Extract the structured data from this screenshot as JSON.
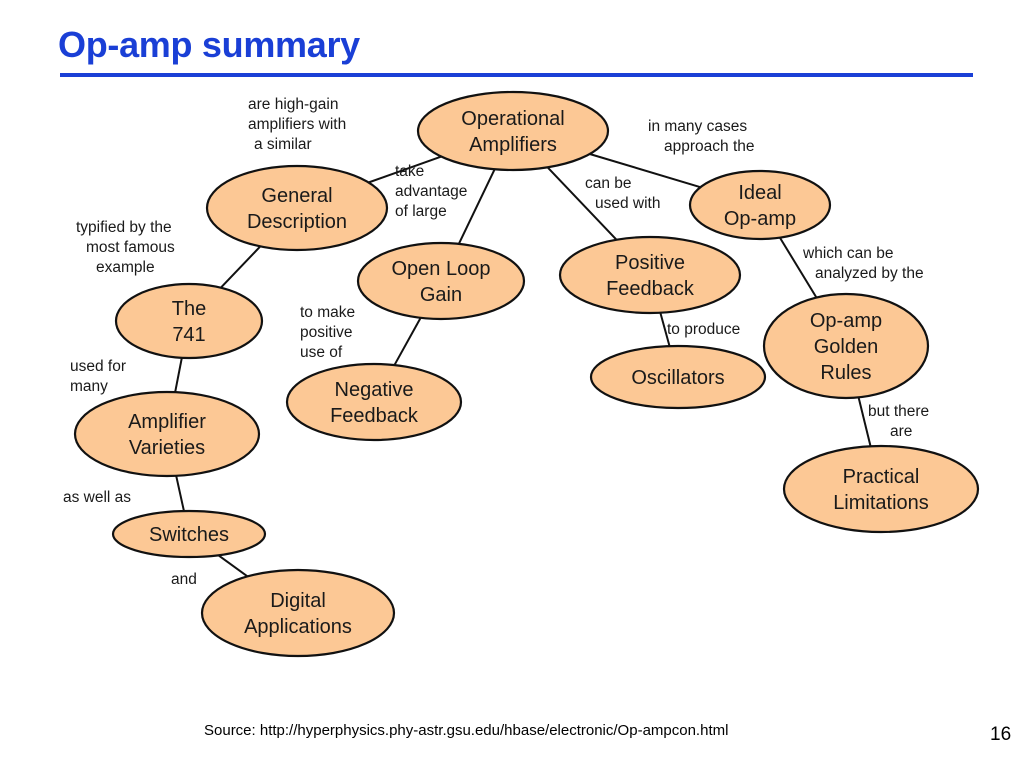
{
  "slide": {
    "title": "Op-amp summary",
    "source": "Source: http://hyperphysics.phy-astr.gsu.edu/hbase/electronic/Op-ampcon.html",
    "page_number": "16"
  },
  "diagram": {
    "nodes": [
      {
        "id": "opamps",
        "lines": [
          "Operational",
          "Amplifiers"
        ]
      },
      {
        "id": "general",
        "lines": [
          "General",
          "Description"
        ]
      },
      {
        "id": "ideal",
        "lines": [
          "Ideal",
          "Op-amp"
        ]
      },
      {
        "id": "openloop",
        "lines": [
          "Open Loop",
          "Gain"
        ]
      },
      {
        "id": "positive",
        "lines": [
          "Positive",
          "Feedback"
        ]
      },
      {
        "id": "the741",
        "lines": [
          "The",
          "741"
        ]
      },
      {
        "id": "golden",
        "lines": [
          "Op-amp",
          "Golden",
          "Rules"
        ]
      },
      {
        "id": "negative",
        "lines": [
          "Negative",
          "Feedback"
        ]
      },
      {
        "id": "oscillators",
        "lines": [
          "Oscillators"
        ]
      },
      {
        "id": "varieties",
        "lines": [
          "Amplifier",
          "Varieties"
        ]
      },
      {
        "id": "practical",
        "lines": [
          "Practical",
          "Limitations"
        ]
      },
      {
        "id": "switches",
        "lines": [
          "Switches"
        ]
      },
      {
        "id": "digital",
        "lines": [
          "Digital",
          "Applications"
        ]
      }
    ],
    "edges": [
      {
        "from": "opamps",
        "to": "general",
        "label": [
          "are high-gain",
          "amplifiers with",
          "a similar"
        ]
      },
      {
        "from": "opamps",
        "to": "openloop",
        "label": [
          "take",
          "advantage",
          "of large"
        ]
      },
      {
        "from": "opamps",
        "to": "positive",
        "label": [
          "can be",
          "used with"
        ]
      },
      {
        "from": "opamps",
        "to": "ideal",
        "label": [
          "in many cases",
          "approach the"
        ]
      },
      {
        "from": "general",
        "to": "the741",
        "label": [
          "typified by the",
          "most famous",
          "example"
        ]
      },
      {
        "from": "openloop",
        "to": "negative",
        "label": [
          "to make",
          "positive",
          "use of"
        ]
      },
      {
        "from": "positive",
        "to": "oscillators",
        "label": [
          "to produce"
        ]
      },
      {
        "from": "ideal",
        "to": "golden",
        "label": [
          "which can be",
          "analyzed by the"
        ]
      },
      {
        "from": "golden",
        "to": "practical",
        "label": [
          "but there",
          "are"
        ]
      },
      {
        "from": "the741",
        "to": "varieties",
        "label": [
          "used for",
          "many"
        ]
      },
      {
        "from": "varieties",
        "to": "switches",
        "label": [
          "as well as"
        ]
      },
      {
        "from": "switches",
        "to": "digital",
        "label": [
          "and"
        ]
      }
    ]
  }
}
